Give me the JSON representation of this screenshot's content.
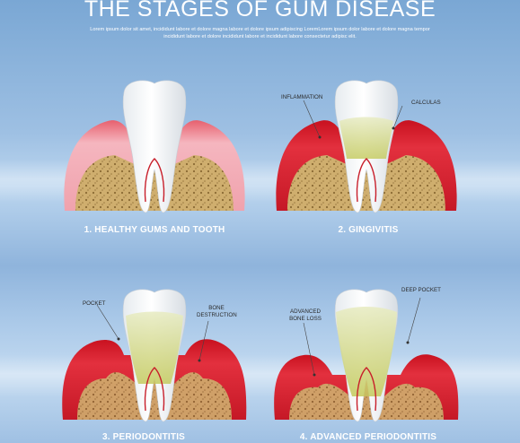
{
  "header": {
    "title": "THE STAGES OF GUM DISEASE",
    "subtitle": "Lorem ipsum dolor sit amet,  incididunt labore et dolore magna labore et dolore ipsum adipiscing LoremLorem ipsum dolor labore et dolore magna tempor incididunt labore et dolore incididunt labore et incididunt labore consectetur adipisc elit."
  },
  "stages": [
    {
      "caption": "1. HEALTHY GUMS AND TOOTH",
      "labels": []
    },
    {
      "caption": "2. GINGIVITIS",
      "labels": [
        "INFLAMMATION",
        "CALCULAS"
      ]
    },
    {
      "caption": "3. PERIODONTITIS",
      "labels": [
        "POCKET",
        "BONE DESTRUCTION"
      ]
    },
    {
      "caption": "4. ADVANCED PERIODONTITIS",
      "labels": [
        "ADVANCED BONE LOSS",
        "DEEP POCKET"
      ]
    }
  ],
  "colors": {
    "background": "#8fb4dc",
    "gum_healthy": "#f2a9b3",
    "gum_inflamed": "#d81e2c",
    "bone": "#c9a86a",
    "tooth": "#ffffff",
    "plaque": "#cfd27a"
  }
}
